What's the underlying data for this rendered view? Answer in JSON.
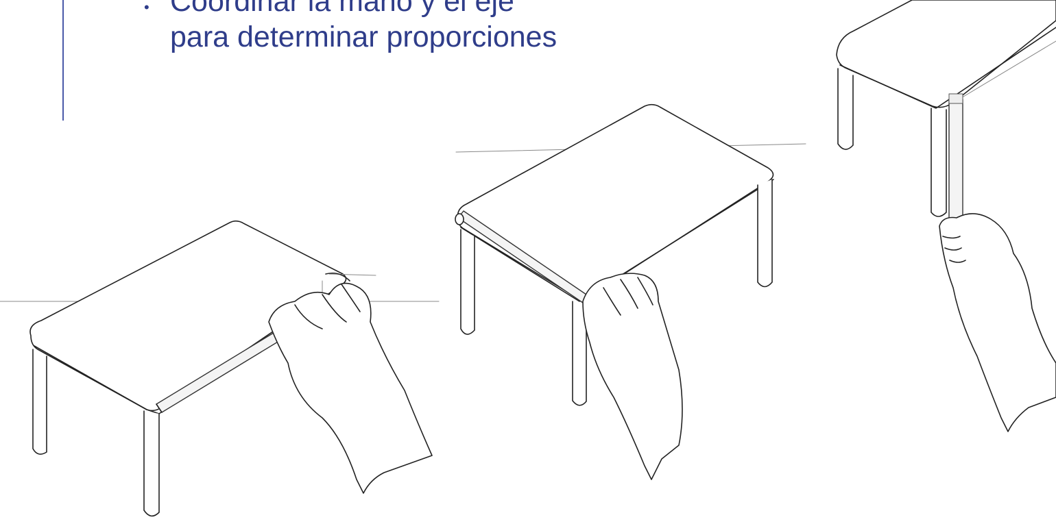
{
  "slide": {
    "bullet_marker": "•",
    "heading": "Coordinar la mano y el eje\npara determinar proporciones"
  },
  "colors": {
    "heading_text": "#2f3d8a",
    "accent_rule": "#4a5aa8",
    "background": "#ffffff"
  },
  "illustrations": [
    {
      "icon": "table-with-horizontal-pencil-sketch"
    },
    {
      "icon": "table-with-diagonal-pencil-sketch"
    },
    {
      "icon": "table-with-vertical-pencil-sketch"
    }
  ]
}
